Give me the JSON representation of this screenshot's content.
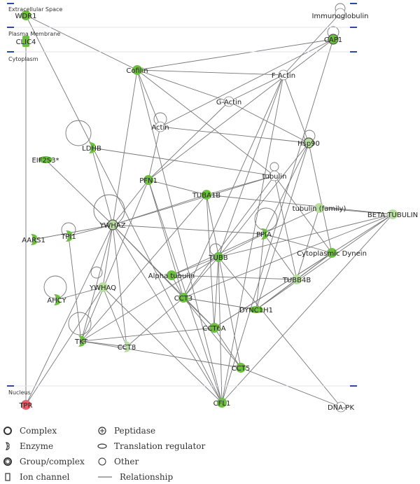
{
  "compartments": {
    "extracellular": "Extracellular Space",
    "plasma_membrane": "Plasma Membrane",
    "cytoplasm": "Cytoplasm",
    "nucleus": "Nucleus"
  },
  "nodes": {
    "WDR1": "WDR1",
    "CLIC4": "CLIC4",
    "Immunoglobulin": "Immunoglobulin",
    "CAP1": "CAP1",
    "Cofilin": "Cofilin",
    "FActin": "F Actin",
    "GActin": "G-Actin",
    "Actin": "Actin",
    "LDHB": "LDHB",
    "Hsp90": "Hsp90",
    "EIF2S3": "EIF2S3*",
    "PFN1": "PFN1",
    "tubulin": "tubulin",
    "TUBA1B": "TUBA1B",
    "tubulinFamily": "tubulin (family)",
    "BETATUBULIN": "BETA TUBULIN",
    "YWHAZ": "YWHAZ",
    "TPI1": "TPI1",
    "AARS1": "AARS1",
    "PPIA": "PPIA",
    "CytoDynein": "Cytoplasmic Dynein",
    "TUBB": "TUBB",
    "AlphaTubulin": "Alpha tubulin",
    "TUBB4B": "TUBB4B",
    "YWHAQ": "YWHAQ",
    "AHCY": "AHCY",
    "CCT3": "CCT3",
    "DYNC1H1": "DYNC1H1",
    "CCT6A": "CCT6A",
    "TKT": "TKT",
    "CCT8": "CCT8",
    "CCT5": "CCT5",
    "TPR": "TPR",
    "CFL1": "CFL1",
    "DNAPK": "DNA-PK"
  },
  "colors": {
    "green": "#6cbf3f",
    "light_green": "#b8dea0",
    "red": "#e8606a",
    "edge": "#777777",
    "marker": "#2a49a8"
  },
  "legend": {
    "complex": "Complex",
    "enzyme": "Enzyme",
    "group_complex": "Group/complex",
    "ion_channel": "Ion channel",
    "peptidase": "Peptidase",
    "translation_regulator": "Translation regulator",
    "other": "Other",
    "relationship": "Relationship"
  }
}
